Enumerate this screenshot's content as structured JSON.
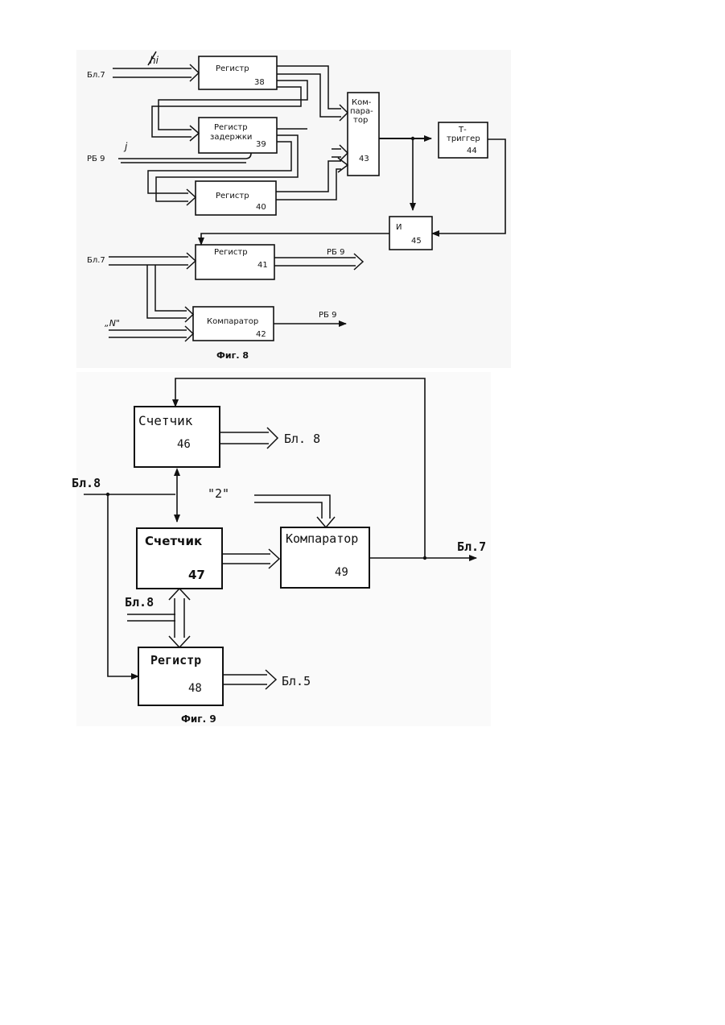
{
  "fig8": {
    "caption": "Фиг. 8",
    "blocks": {
      "reg38": {
        "title": "Регистр",
        "num": "38"
      },
      "reg39": {
        "title1": "Регистр",
        "title2": "задержки",
        "num": "39"
      },
      "reg40": {
        "title": "Регистр",
        "num": "40"
      },
      "reg41": {
        "title": "Регистр",
        "num": "41"
      },
      "comp42": {
        "title": "Компаратор",
        "num": "42"
      },
      "comp43": {
        "line1": "Ком-",
        "line2": "пара-",
        "line3": "тор",
        "num": "43"
      },
      "trig44": {
        "line1": "Т-",
        "line2": "триггер",
        "num": "44"
      },
      "and45": {
        "title": "И",
        "num": "45"
      }
    },
    "labels": {
      "bl7_top": "Бл.7",
      "bl7_mid": "Бл.7",
      "rb9_in": "РБ 9",
      "hi": "hi",
      "j": "j",
      "n": "„N\"",
      "rb9_out41": "РБ 9",
      "rb9_out42": "РБ 9"
    }
  },
  "fig9": {
    "caption": "Фиг. 9",
    "blocks": {
      "cnt46": {
        "title": "Счетчик",
        "num": "46"
      },
      "cnt47": {
        "title": "Счетчик",
        "num": "47"
      },
      "reg48": {
        "title": "Регистр",
        "num": "48"
      },
      "comp49": {
        "title": "Компаратор",
        "num": "49"
      }
    },
    "labels": {
      "bl8_out46": "Бл. 8",
      "bl8_in": "Бл.8",
      "bl8_in47": "Бл.8",
      "two": "\"2\"",
      "bl7_out": "Бл.7",
      "bl5_out": "Бл.5"
    }
  }
}
